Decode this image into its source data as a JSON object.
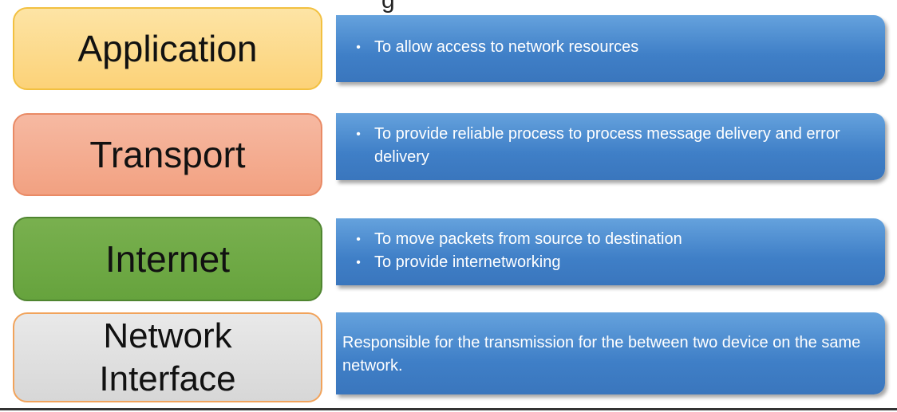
{
  "heading_fragment": "g",
  "layers": [
    {
      "name": "Application",
      "bullets": [
        "To allow access to network resources"
      ]
    },
    {
      "name": "Transport",
      "bullets": [
        "To provide reliable process to process message delivery and error delivery"
      ]
    },
    {
      "name": "Internet",
      "bullets": [
        "To move packets from source to destination",
        "To provide internetworking"
      ]
    },
    {
      "name_line1": "Network",
      "name_line2": "Interface",
      "text": "Responsible for the transmission for the between two device on the same network."
    }
  ],
  "bullet_glyph": "•",
  "colors": {
    "application": "#fcd278",
    "transport": "#f2a181",
    "internet": "#66a33d",
    "network_interface": "#d7d7d7",
    "description": "#3f7fc7"
  }
}
